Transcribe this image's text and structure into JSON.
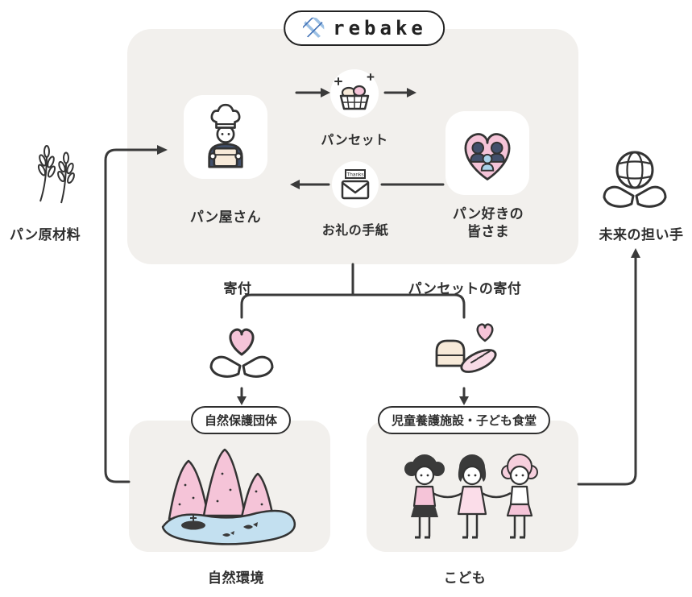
{
  "logo": {
    "brand": "rebake"
  },
  "main_cycle": {
    "baker": "パン屋さん",
    "bread_set": "パンセット",
    "thanks_letter": "お礼の手紙",
    "bread_lovers_line1": "パン好きの",
    "bread_lovers_line2": "皆さま",
    "thanks_stamp": "Thanks"
  },
  "left_side": {
    "label": "パン原材料"
  },
  "right_side": {
    "label": "未来の担い手"
  },
  "donation": {
    "left": "寄付",
    "right": "パンセットの寄付"
  },
  "nature": {
    "pill": "自然保護団体",
    "caption": "自然環境"
  },
  "children": {
    "pill": "児童養護施設・子ども食堂",
    "caption": "こども"
  },
  "colors": {
    "background": "#ffffff",
    "panel": "#f2f0ed",
    "line": "#3a3a3a",
    "pink": "#f5c4d8",
    "light_pink": "#fbdde9",
    "blue": "#b9dcee",
    "navy": "#42506b",
    "cream": "#f7ead9",
    "plaid_blue": "#3f6fb5"
  },
  "icons": [
    "plaid-logo-icon",
    "baker-icon",
    "bread-basket-icon",
    "thanks-letter-icon",
    "heart-people-icon",
    "wheat-icon",
    "globe-hands-icon",
    "heart-hands-icon",
    "bread-donation-icon",
    "nature-scene-icon",
    "children-icon"
  ]
}
